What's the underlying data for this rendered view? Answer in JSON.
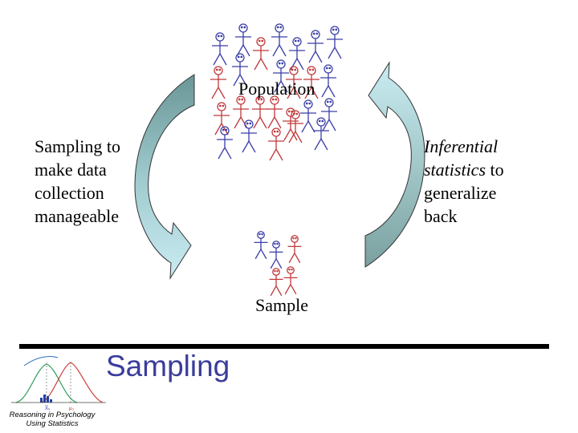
{
  "slide": {
    "title": "Sampling",
    "course": {
      "line1": "Reasoning in Psychology",
      "line2": "Using Statistics"
    }
  },
  "diagram": {
    "population_label": "Population",
    "sample_label": "Sample",
    "left_caption": [
      "Sampling to",
      "make data",
      "collection",
      "manageable"
    ],
    "right_caption": {
      "italic_line1": "Inferential",
      "italic_line2": "statistics",
      "line2_rest": " to",
      "line3": "generalize",
      "line4": "back"
    }
  },
  "logo": {
    "x_label_1": "X̅ₛ",
    "x_label_2": "μ₀"
  },
  "colors": {
    "arrow_left_top": "#6d9a9a",
    "arrow_left_bottom": "#c7eaf0",
    "arrow_right_top": "#c7eaf0",
    "arrow_right_bottom": "#7fa3a3",
    "figure_blue": "#3a3fa8",
    "figure_red": "#c0393b",
    "title_blue": "#3a3d9b",
    "rule": "#000000"
  },
  "icons": [
    "stick-figure-icon",
    "distribution-logo-icon",
    "curved-arrow-icon"
  ]
}
